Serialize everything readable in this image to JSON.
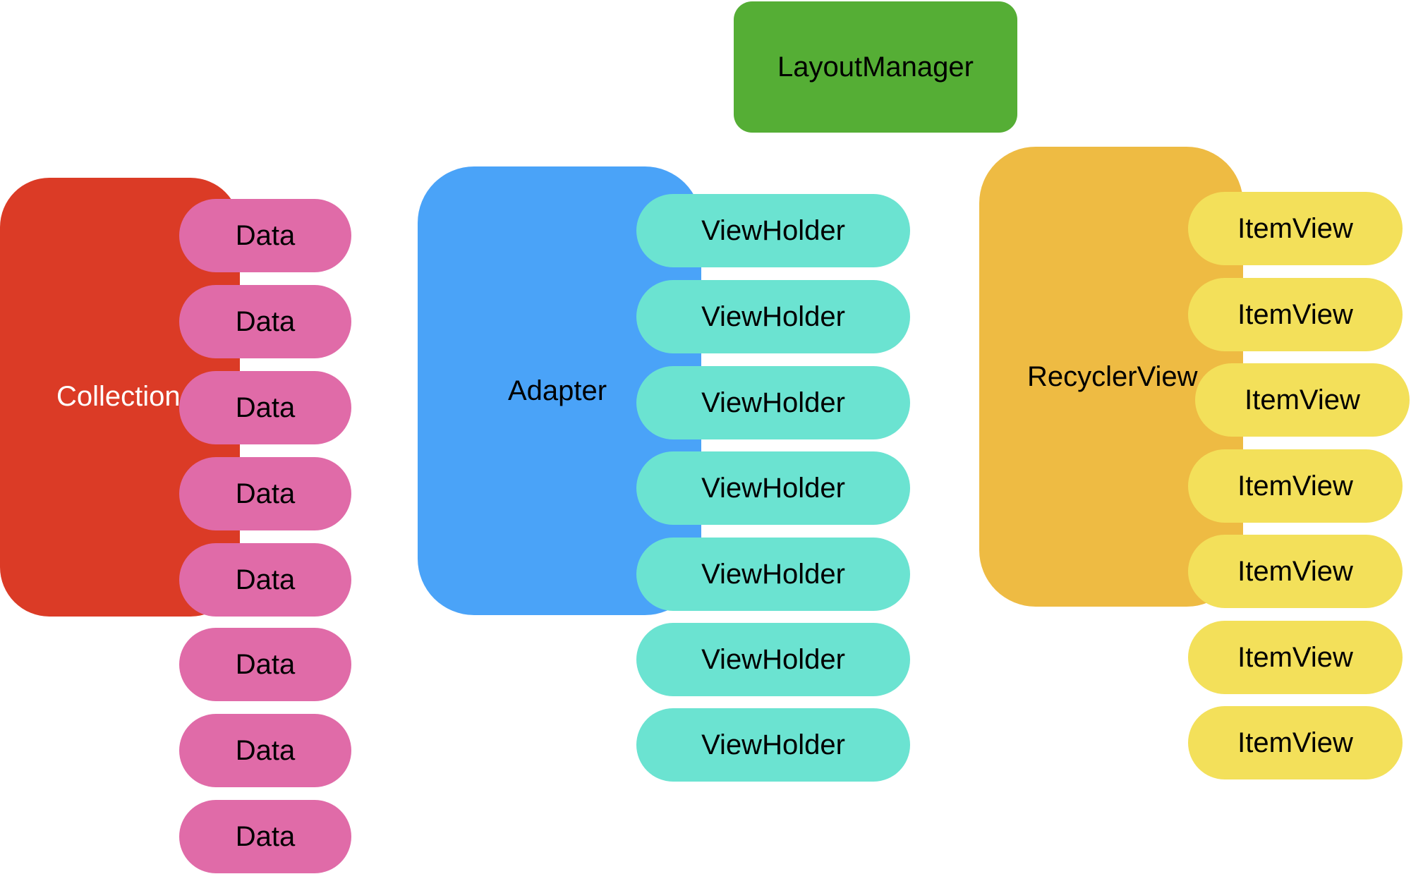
{
  "colors": {
    "layout_manager": "#55AE35",
    "collection": "#DB3B26",
    "data": "#E06BA8",
    "adapter": "#4AA3F8",
    "viewholder": "#6BE3D1",
    "recyclerview": "#EEBB43",
    "itemview": "#F3E05A"
  },
  "layout_manager": {
    "label": "LayoutManager"
  },
  "collection": {
    "label": "Collection",
    "items": [
      "Data",
      "Data",
      "Data",
      "Data",
      "Data",
      "Data",
      "Data",
      "Data"
    ]
  },
  "adapter": {
    "label": "Adapter",
    "items": [
      "ViewHolder",
      "ViewHolder",
      "ViewHolder",
      "ViewHolder",
      "ViewHolder",
      "ViewHolder",
      "ViewHolder"
    ]
  },
  "recyclerview": {
    "label": "RecyclerView",
    "items": [
      "ItemView",
      "ItemView",
      "ItemView",
      "ItemView",
      "ItemView",
      "ItemView",
      "ItemView"
    ]
  }
}
